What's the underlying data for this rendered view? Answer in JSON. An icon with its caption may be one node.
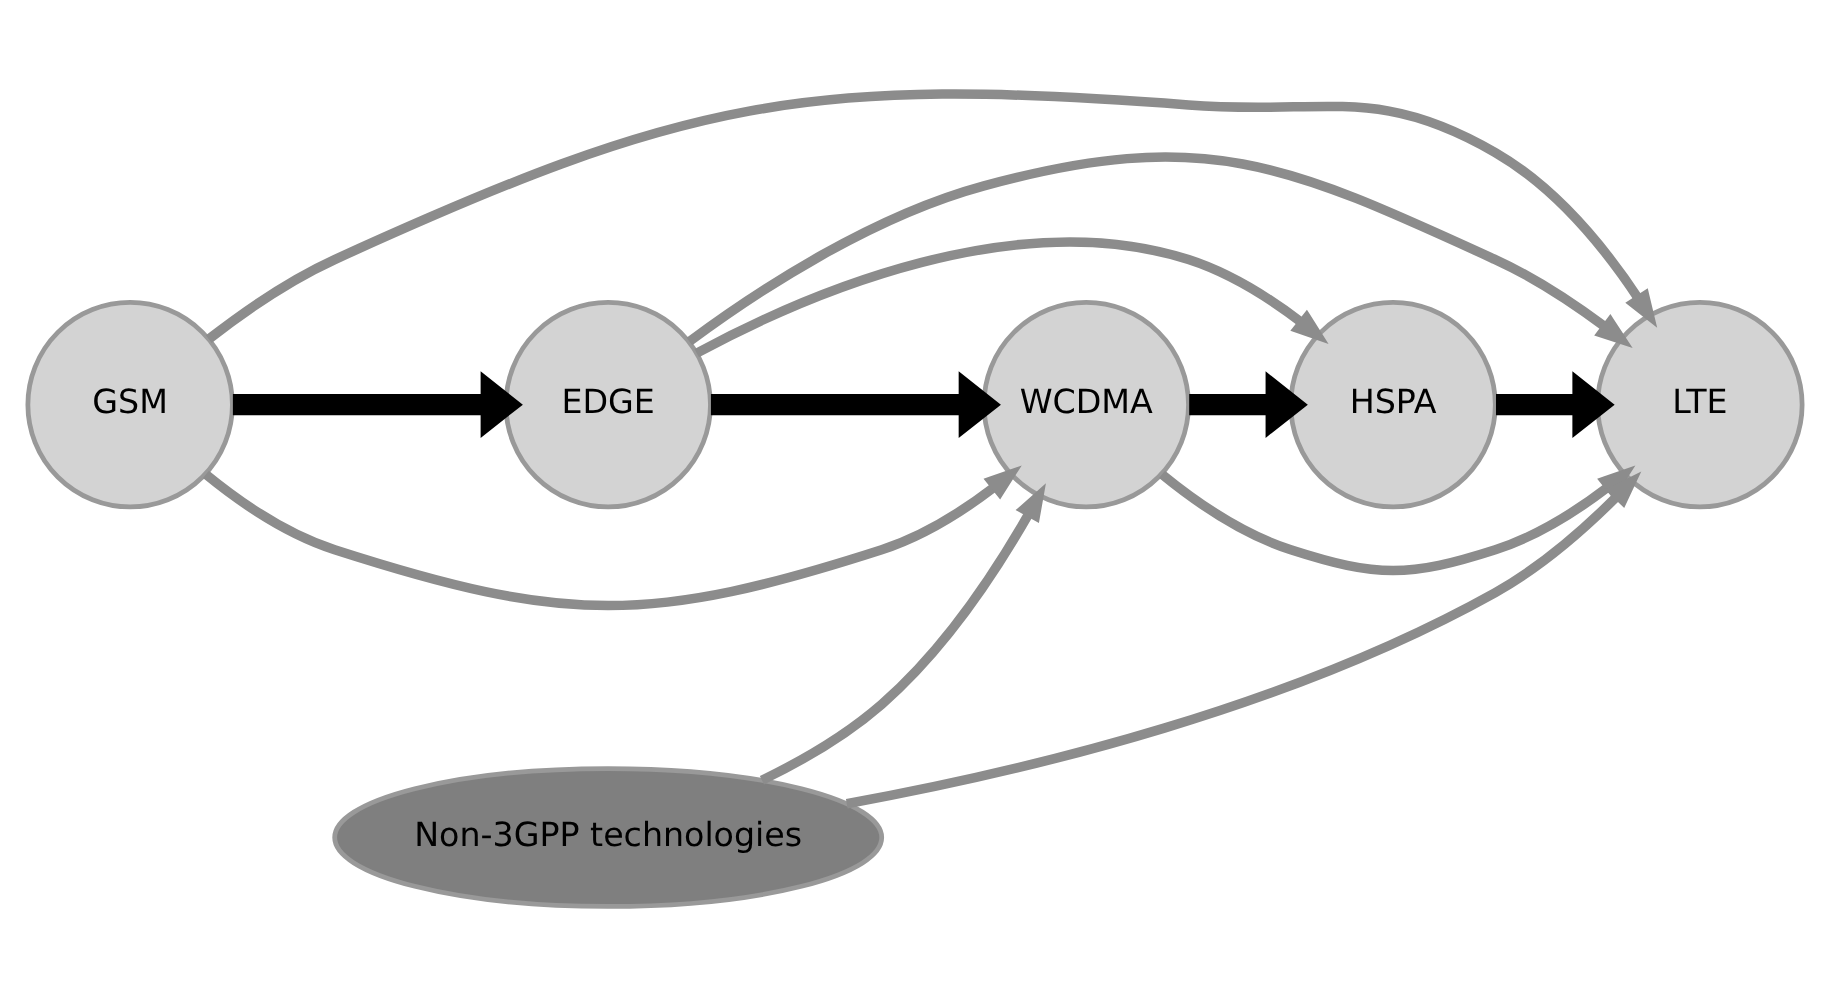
{
  "diagram": {
    "nodes": [
      {
        "text": [
          "GSM"
        ]
      },
      {
        "text": [
          "EDGE"
        ]
      },
      {
        "text": [
          "WCDMA"
        ]
      },
      {
        "text": [
          "HSPA"
        ]
      },
      {
        "text": [
          "LTE"
        ]
      },
      {
        "text": [
          "Non-3GPP technologies"
        ]
      }
    ],
    "edges": [
      {
        "from": 0,
        "to": 1,
        "arrow": "to",
        "style": "thick",
        "color": "#000000"
      },
      {
        "from": 1,
        "to": 2,
        "arrow": "to",
        "style": "thick",
        "color": "#000000"
      },
      {
        "from": 2,
        "to": 3,
        "arrow": "to",
        "style": "thick",
        "color": "#000000"
      },
      {
        "from": 3,
        "to": 4,
        "arrow": "to",
        "style": "thick",
        "color": "#000000"
      },
      {
        "from": 0,
        "to": 4,
        "arrow": "to"
      },
      {
        "from": 1,
        "to": 4,
        "arrow": "to"
      },
      {
        "from": 1,
        "to": 3,
        "arrow": "to"
      },
      {
        "from": 0,
        "to": 2,
        "arrow": "to"
      },
      {
        "from": 2,
        "to": 4,
        "arrow": "to"
      },
      {
        "from": 5,
        "to": 2,
        "arrow": "to"
      },
      {
        "from": 5,
        "to": 4,
        "arrow": "to"
      }
    ]
  }
}
